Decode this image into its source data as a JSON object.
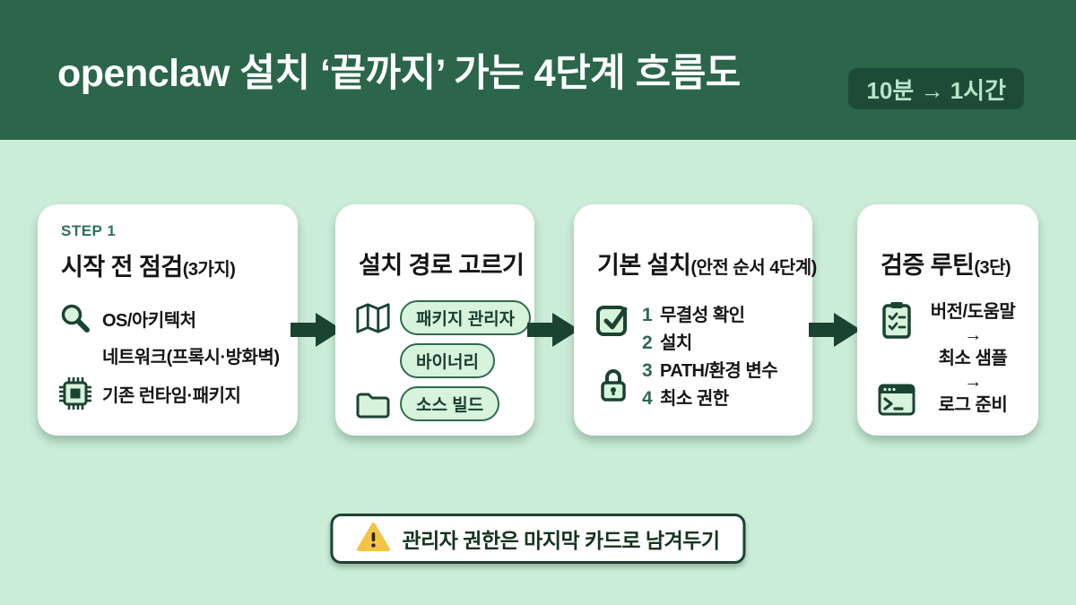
{
  "header": {
    "title": "openclaw 설치 ‘끝까지’ 가는 4단계 흐름도",
    "badge": "10분 → 1시간"
  },
  "flow": {
    "cards": [
      {
        "step": "STEP 1",
        "title": "시작 전 점검",
        "suffix": "(3가지)",
        "items": {
          "os": "OS/아키텍처",
          "network": "네트워크(프록시·방화벽)",
          "runtime": "기존 런타임·패키지"
        }
      },
      {
        "title": "설치 경로 고르기",
        "pills": {
          "pkg": "패키지 관리자",
          "bin": "바이너리",
          "src": "소스 빌드"
        }
      },
      {
        "title": "기본 설치",
        "suffix": "(안전 순서 4단계)",
        "steps": [
          {
            "num": "1",
            "text": "무결성 확인"
          },
          {
            "num": "2",
            "text": "설치"
          },
          {
            "num": "3",
            "text": "PATH/환경 변수"
          },
          {
            "num": "4",
            "text": "최소 권한"
          }
        ]
      },
      {
        "title": "검증 루틴",
        "suffix": "(3단)",
        "lines": [
          "버전/도움말",
          "→",
          "최소 샘플",
          "→",
          "로그 준비"
        ]
      }
    ]
  },
  "footer": {
    "warning": "관리자 권한은 마지막 카드로 남겨두기"
  },
  "icons": {
    "card1": [
      "search-icon",
      "chip-icon"
    ],
    "card2": [
      "map-icon",
      "folder-icon"
    ],
    "card3": [
      "checkbox-icon",
      "lock-icon"
    ],
    "card4": [
      "clipboard-checklist-icon",
      "terminal-icon"
    ],
    "footer": "warning-triangle-icon",
    "between_cards": "flow-arrow-icon"
  },
  "colors": {
    "header_bg": "#2b654a",
    "page_bg": "#cbecd6",
    "card_bg": "#ffffff",
    "dark_green": "#1b4332",
    "accent_green": "#2d6a4f",
    "pill_bg": "#d8f3dc",
    "badge_bg": "#1d4b38",
    "badge_text": "#b7e4c7",
    "warning_yellow": "#f5c445"
  }
}
